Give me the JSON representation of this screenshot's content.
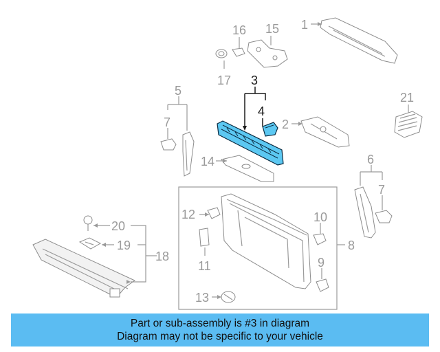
{
  "callouts": {
    "c1": "1",
    "c2": "2",
    "c3": "3",
    "c4": "4",
    "c5": "5",
    "c6": "6",
    "c7a": "7",
    "c7b": "7",
    "c8": "8",
    "c9": "9",
    "c10": "10",
    "c11": "11",
    "c12": "12",
    "c13": "13",
    "c14": "14",
    "c15": "15",
    "c16": "16",
    "c17": "17",
    "c18": "18",
    "c19": "19",
    "c20": "20",
    "c21": "21"
  },
  "caption": {
    "line1": "Part or sub-assembly is #3 in diagram",
    "line2": "Diagram may not be specific to your vehicle"
  },
  "colors": {
    "highlight": "#5cc8f2",
    "caption_bg": "#5bbcf2",
    "callout_gray": "#9a9a9a"
  }
}
